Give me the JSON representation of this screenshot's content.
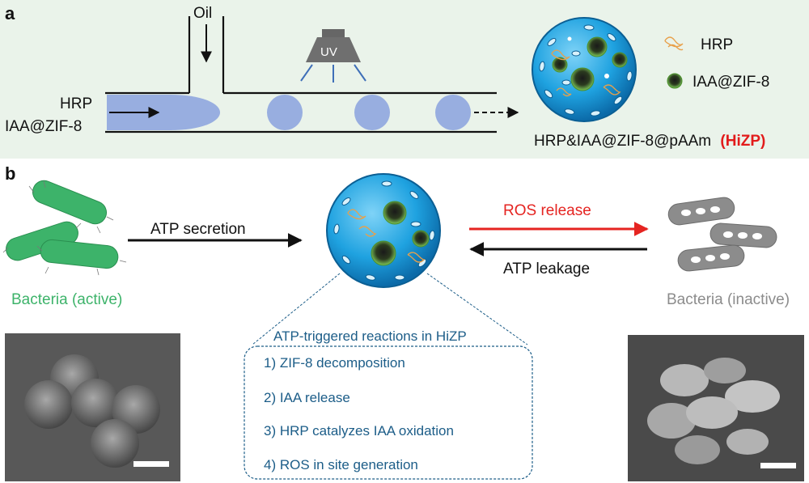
{
  "panel_a": {
    "letter": "a",
    "oil_label": "Oil",
    "uv_label": "UV",
    "inlet_label_1": "HRP",
    "inlet_label_2": "IAA@ZIF-8",
    "legend": {
      "hrp": "HRP",
      "iaa_zif8": "IAA@ZIF-8"
    },
    "product_label": "HRP&IAA@ZIF-8@pAAm",
    "product_abbrev": "(HiZP)"
  },
  "panel_b": {
    "letter": "b",
    "atp_secretion": "ATP secretion",
    "ros_release": "ROS release",
    "atp_leakage": "ATP leakage",
    "bacteria_active": "Bacteria (active)",
    "bacteria_inactive": "Bacteria (inactive)",
    "reactions_title": "ATP-triggered reactions in HiZP",
    "steps": [
      "1)  ZIF-8 decomposition",
      "2)  IAA release",
      "3)  HRP catalyzes IAA oxidation",
      "4)  ROS in site generation"
    ]
  },
  "colors": {
    "panel_a_bg": "#eaf3ea",
    "droplet": "#98aee0",
    "sphere": "#1fa2e0",
    "active_bacteria": "#3db36a",
    "inactive_bacteria": "#8c8c8c",
    "ros_arrow": "#e52421",
    "highlight_red": "#e21b1b",
    "reaction_text": "#1c5d88"
  }
}
